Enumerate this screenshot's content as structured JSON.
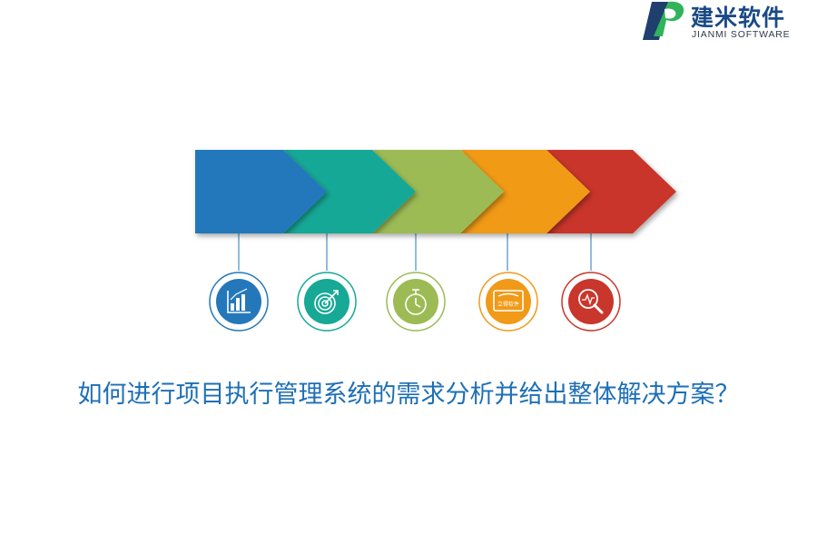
{
  "brand": {
    "name_cn": "建米软件",
    "name_en": "JIANMI SOFTWARE",
    "colors": {
      "primary": "#1d4b86",
      "accent": "#2fb45a"
    }
  },
  "process": {
    "steps": [
      {
        "color": "#2478ba",
        "icon": "bar-chart-icon",
        "circle_color": "#2478ba"
      },
      {
        "color": "#17a896",
        "icon": "target-icon",
        "circle_color": "#17a896"
      },
      {
        "color": "#9cbb54",
        "icon": "stopwatch-icon",
        "circle_color": "#9cbb54"
      },
      {
        "color": "#f09a18",
        "icon": "monitor-icon",
        "circle_color": "#f09a18",
        "icon_text": "立得软件"
      },
      {
        "color": "#c9362c",
        "icon": "magnifier-chart-icon",
        "circle_color": "#c9362c"
      }
    ]
  },
  "headline": "如何进行项目执行管理系统的需求分析并给出整体解决方案？"
}
